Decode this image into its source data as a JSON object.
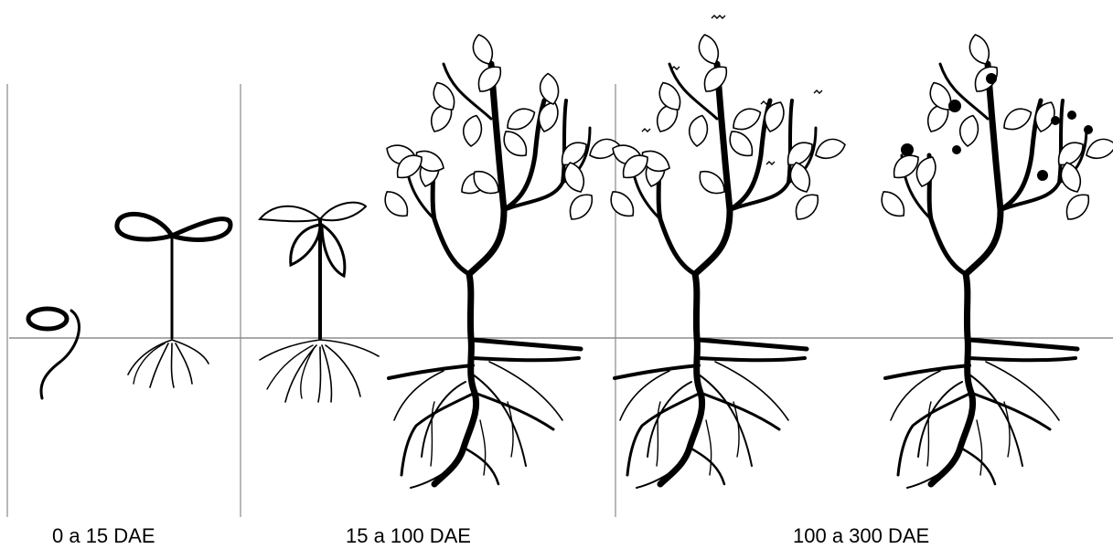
{
  "stages": [
    {
      "id": "stage-1",
      "label": "0 a 15 DAE"
    },
    {
      "id": "stage-2",
      "label": "15 a 100 DAE"
    },
    {
      "id": "stage-3",
      "label": "100 a 300 DAE"
    }
  ],
  "colors": {
    "ink": "#000000",
    "divider": "#888888",
    "ground": "#555555"
  }
}
